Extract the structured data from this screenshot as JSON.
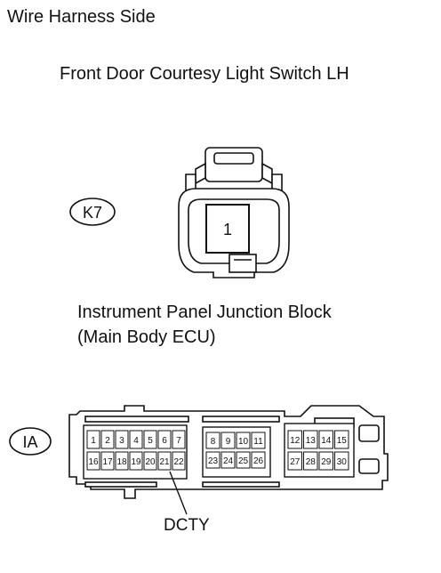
{
  "header": {
    "view": "Wire Harness Side"
  },
  "connector_k7": {
    "title": "Front Door Courtesy Light Switch LH",
    "code": "K7",
    "pin": "1"
  },
  "connector_ia": {
    "title_line1": "Instrument Panel Junction Block",
    "title_line2": "(Main Body ECU)",
    "code": "IA",
    "groups": [
      {
        "top": [
          "1",
          "2",
          "3",
          "4",
          "5",
          "6",
          "7"
        ],
        "bottom": [
          "16",
          "17",
          "18",
          "19",
          "20",
          "21",
          "22"
        ]
      },
      {
        "top": [
          "8",
          "9",
          "10",
          "11"
        ],
        "bottom": [
          "23",
          "24",
          "25",
          "26"
        ]
      },
      {
        "top": [
          "12",
          "13",
          "14",
          "15"
        ],
        "bottom": [
          "27",
          "28",
          "29",
          "30"
        ]
      }
    ],
    "callout": "DCTY"
  }
}
